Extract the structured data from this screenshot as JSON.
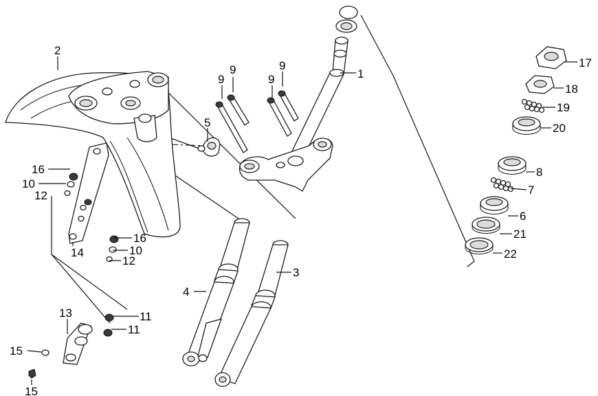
{
  "callouts": [
    {
      "id": "c1",
      "text": "1"
    },
    {
      "id": "c2",
      "text": "2"
    },
    {
      "id": "c3",
      "text": "3"
    },
    {
      "id": "c4",
      "text": "4"
    },
    {
      "id": "c5",
      "text": "5"
    },
    {
      "id": "c6",
      "text": "6"
    },
    {
      "id": "c7",
      "text": "7"
    },
    {
      "id": "c8",
      "text": "8"
    },
    {
      "id": "c9a",
      "text": "9"
    },
    {
      "id": "c9b",
      "text": "9"
    },
    {
      "id": "c9c",
      "text": "9"
    },
    {
      "id": "c9d",
      "text": "9"
    },
    {
      "id": "c10a",
      "text": "10"
    },
    {
      "id": "c10b",
      "text": "10"
    },
    {
      "id": "c11a",
      "text": "11"
    },
    {
      "id": "c11b",
      "text": "11"
    },
    {
      "id": "c12a",
      "text": "12"
    },
    {
      "id": "c12b",
      "text": "12"
    },
    {
      "id": "c13",
      "text": "13"
    },
    {
      "id": "c14",
      "text": "14"
    },
    {
      "id": "c15a",
      "text": "15"
    },
    {
      "id": "c15b",
      "text": "15"
    },
    {
      "id": "c16a",
      "text": "16"
    },
    {
      "id": "c16b",
      "text": "16"
    },
    {
      "id": "c17",
      "text": "17"
    },
    {
      "id": "c18",
      "text": "18"
    },
    {
      "id": "c19",
      "text": "19"
    },
    {
      "id": "c20",
      "text": "20"
    },
    {
      "id": "c21",
      "text": "21"
    },
    {
      "id": "c22",
      "text": "22"
    }
  ]
}
